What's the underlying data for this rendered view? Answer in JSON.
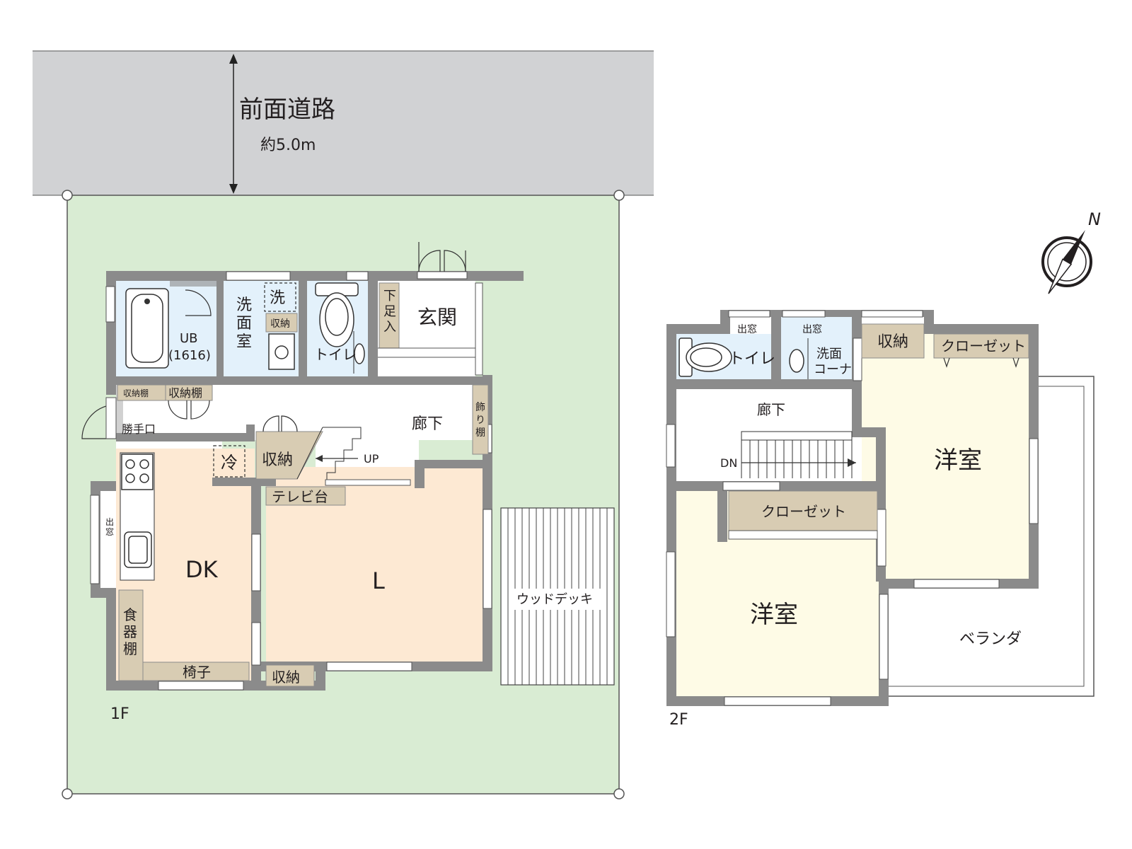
{
  "road": {
    "name": "前面道路",
    "width": "約5.0m"
  },
  "floor1": {
    "label": "1F",
    "rooms": {
      "ub": "UB",
      "ub_size": "(1616)",
      "senmen": "洗\n面\n室",
      "sen": "洗",
      "senmen_storage": "収納",
      "toilet": "トイレ",
      "getabako": "下\n足\n入",
      "genkan": "玄関",
      "storage_shelf_small": "収納棚",
      "storage_shelf": "収納棚",
      "katteguchi": "勝手口",
      "rouka": "廊下",
      "kazaridana": "飾\nり\n棚",
      "rei": "冷",
      "storage_stair": "収納",
      "up": "UP",
      "demado": "出\n窓",
      "dk": "DK",
      "tv": "テレビ台",
      "l": "L",
      "shokkidana": "食\n器\n棚",
      "isu": "椅子",
      "storage_l": "収納",
      "deck": "ウッドデッキ"
    }
  },
  "floor2": {
    "label": "2F",
    "rooms": {
      "demado_a": "出窓",
      "demado_b": "出窓",
      "toilet": "トイレ",
      "senmen_corner": "洗面\nコーナ",
      "storage": "収納",
      "closet_a": "クローゼット",
      "rouka": "廊下",
      "dn": "DN",
      "youshitsu_a": "洋室",
      "closet_b": "クローゼット",
      "youshitsu_b": "洋室",
      "veranda": "ベランダ"
    }
  },
  "compass": {
    "north": "N"
  },
  "colors": {
    "road": "#d1d2d4",
    "lot": "#d9ecd3",
    "wall": "#8b8b8b",
    "wet_area": "#e3f1fb",
    "living": "#fde9d3",
    "bedroom": "#fefbe6",
    "storage": "#d8ccb3"
  }
}
